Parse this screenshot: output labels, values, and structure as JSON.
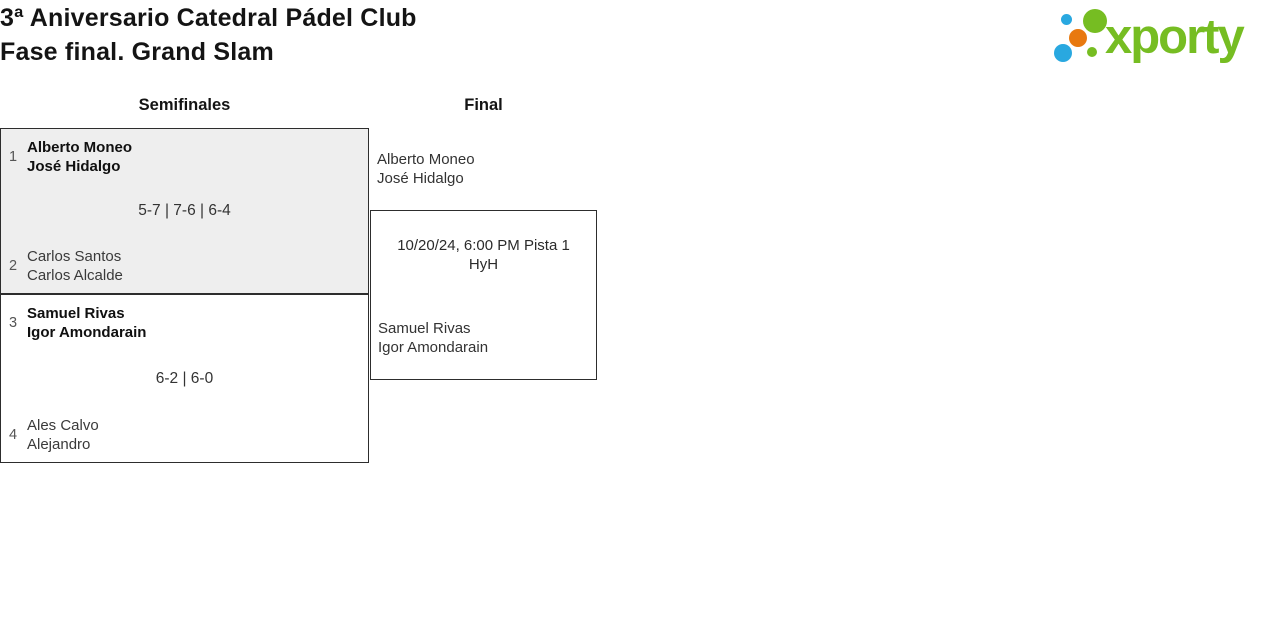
{
  "page": {
    "title_line1": "3ª Aniversario Catedral Pádel Club",
    "title_line2": "Fase final. Grand Slam"
  },
  "logo": {
    "brand": "xporty",
    "colors": {
      "green": "#76bd22",
      "blue": "#29a8e0",
      "orange": "#e8790f"
    }
  },
  "bracket": {
    "rounds": [
      {
        "label": "Semifinales"
      },
      {
        "label": "Final"
      }
    ],
    "semifinals": [
      {
        "score": "5-7 | 7-6 | 6-4",
        "teams": [
          {
            "seed": "1",
            "players": [
              "Alberto Moneo",
              "José Hidalgo"
            ],
            "winner": true
          },
          {
            "seed": "2",
            "players": [
              "Carlos Santos",
              "Carlos Alcalde"
            ],
            "winner": false
          }
        ]
      },
      {
        "score": "6-2 | 6-0",
        "teams": [
          {
            "seed": "3",
            "players": [
              "Samuel Rivas",
              "Igor Amondarain"
            ],
            "winner": true
          },
          {
            "seed": "4",
            "players": [
              "Ales Calvo",
              "Alejandro"
            ],
            "winner": false
          }
        ]
      }
    ],
    "final": {
      "info": [
        "10/20/24, 6:00 PM Pista 1",
        "HyH"
      ],
      "teams": [
        {
          "players": [
            "Alberto Moneo",
            "José Hidalgo"
          ]
        },
        {
          "players": [
            "Samuel Rivas",
            "Igor Amondarain"
          ]
        }
      ]
    }
  }
}
